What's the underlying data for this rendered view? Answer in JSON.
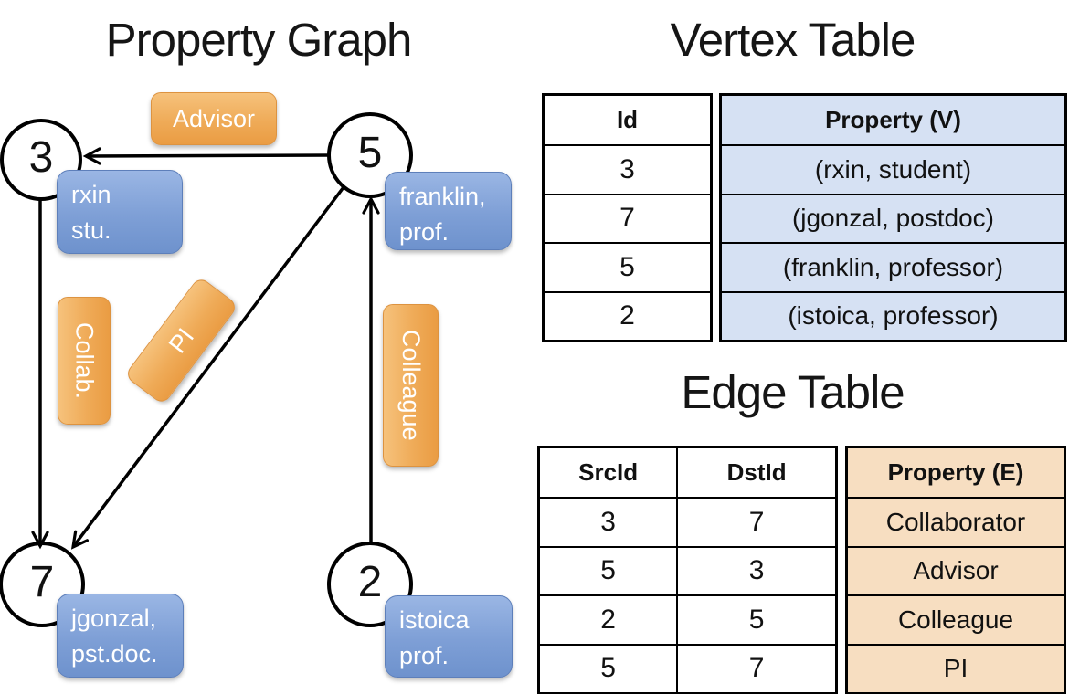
{
  "graph": {
    "title": "Property Graph",
    "nodes": [
      {
        "id": "3",
        "name": "rxin",
        "role": "stu."
      },
      {
        "id": "5",
        "name": "franklin,",
        "role": "prof."
      },
      {
        "id": "7",
        "name": "jgonzal,",
        "role": "pst.doc."
      },
      {
        "id": "2",
        "name": "istoica",
        "role": "prof."
      }
    ],
    "edge_labels": {
      "advisor": "Advisor",
      "collab": "Collab.",
      "pi": "PI",
      "colleague": "Colleague"
    }
  },
  "vertex_table": {
    "title": "Vertex Table",
    "headers": {
      "id": "Id",
      "property": "Property (V)"
    },
    "rows": [
      {
        "id": "3",
        "property": "(rxin, student)"
      },
      {
        "id": "7",
        "property": "(jgonzal, postdoc)"
      },
      {
        "id": "5",
        "property": "(franklin, professor)"
      },
      {
        "id": "2",
        "property": "(istoica, professor)"
      }
    ]
  },
  "edge_table": {
    "title": "Edge Table",
    "headers": {
      "src": "SrcId",
      "dst": "DstId",
      "property": "Property (E)"
    },
    "rows": [
      {
        "src": "3",
        "dst": "7",
        "property": "Collaborator"
      },
      {
        "src": "5",
        "dst": "3",
        "property": "Advisor"
      },
      {
        "src": "2",
        "dst": "5",
        "property": "Colleague"
      },
      {
        "src": "5",
        "dst": "7",
        "property": "PI"
      }
    ]
  },
  "colors": {
    "edge_label_orange": "#f0a851",
    "vertex_box_blue": "#7e9fd6",
    "vertex_property_bg": "#d6e1f3",
    "edge_property_bg": "#f7dec1",
    "line_black": "#000000"
  }
}
